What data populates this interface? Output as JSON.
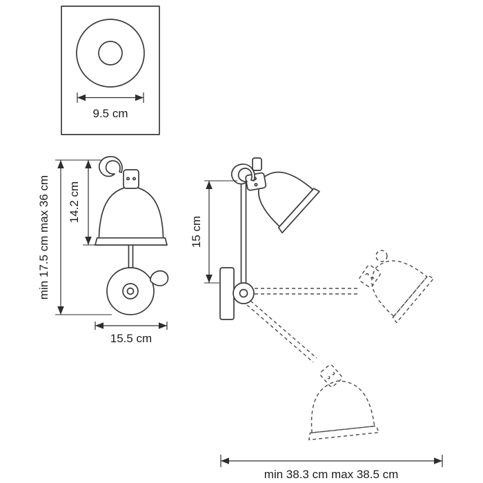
{
  "page": {
    "background": "#ffffff"
  },
  "drawing": {
    "subject": "wall-lamp dimensional technical drawing",
    "stroke_color": "#3a3a3a",
    "dim_color": "#2e2e2e",
    "text_color": "#1c1c1c",
    "labels": {
      "top_view_diameter": "9.5 cm",
      "side_overall_height": "min 17.5 cm max 36 cm",
      "side_shade_height": "14.2 cm",
      "side_width": "15.5 cm",
      "front_upper_height": "15 cm",
      "front_reach": "min 38.3 cm max 38.5 cm"
    }
  }
}
